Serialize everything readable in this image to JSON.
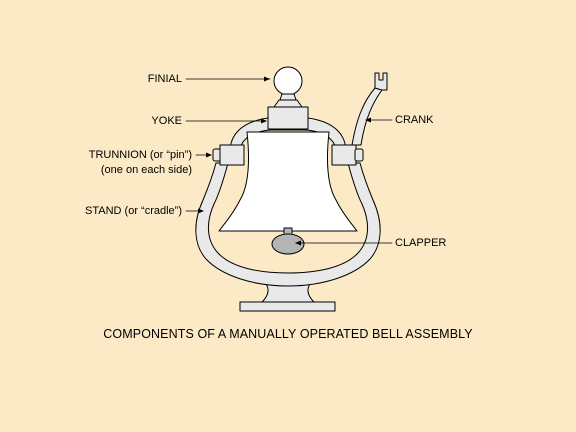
{
  "labels": {
    "finial": "FINIAL",
    "yoke": "YOKE",
    "trunnion_line1": "TRUNNION (or “pin”)",
    "trunnion_line2": "(one on each side)",
    "stand": "STAND (or “cradle”)",
    "crank": "CRANK",
    "clapper": "CLAPPER"
  },
  "caption": "COMPONENTS OF A MANUALLY OPERATED BELL ASSEMBLY",
  "colors": {
    "background": "#fce9c6",
    "metal": "#e9e9e9",
    "bell": "#ffffff",
    "clapper": "#b4b4b4",
    "outline": "#000000"
  }
}
